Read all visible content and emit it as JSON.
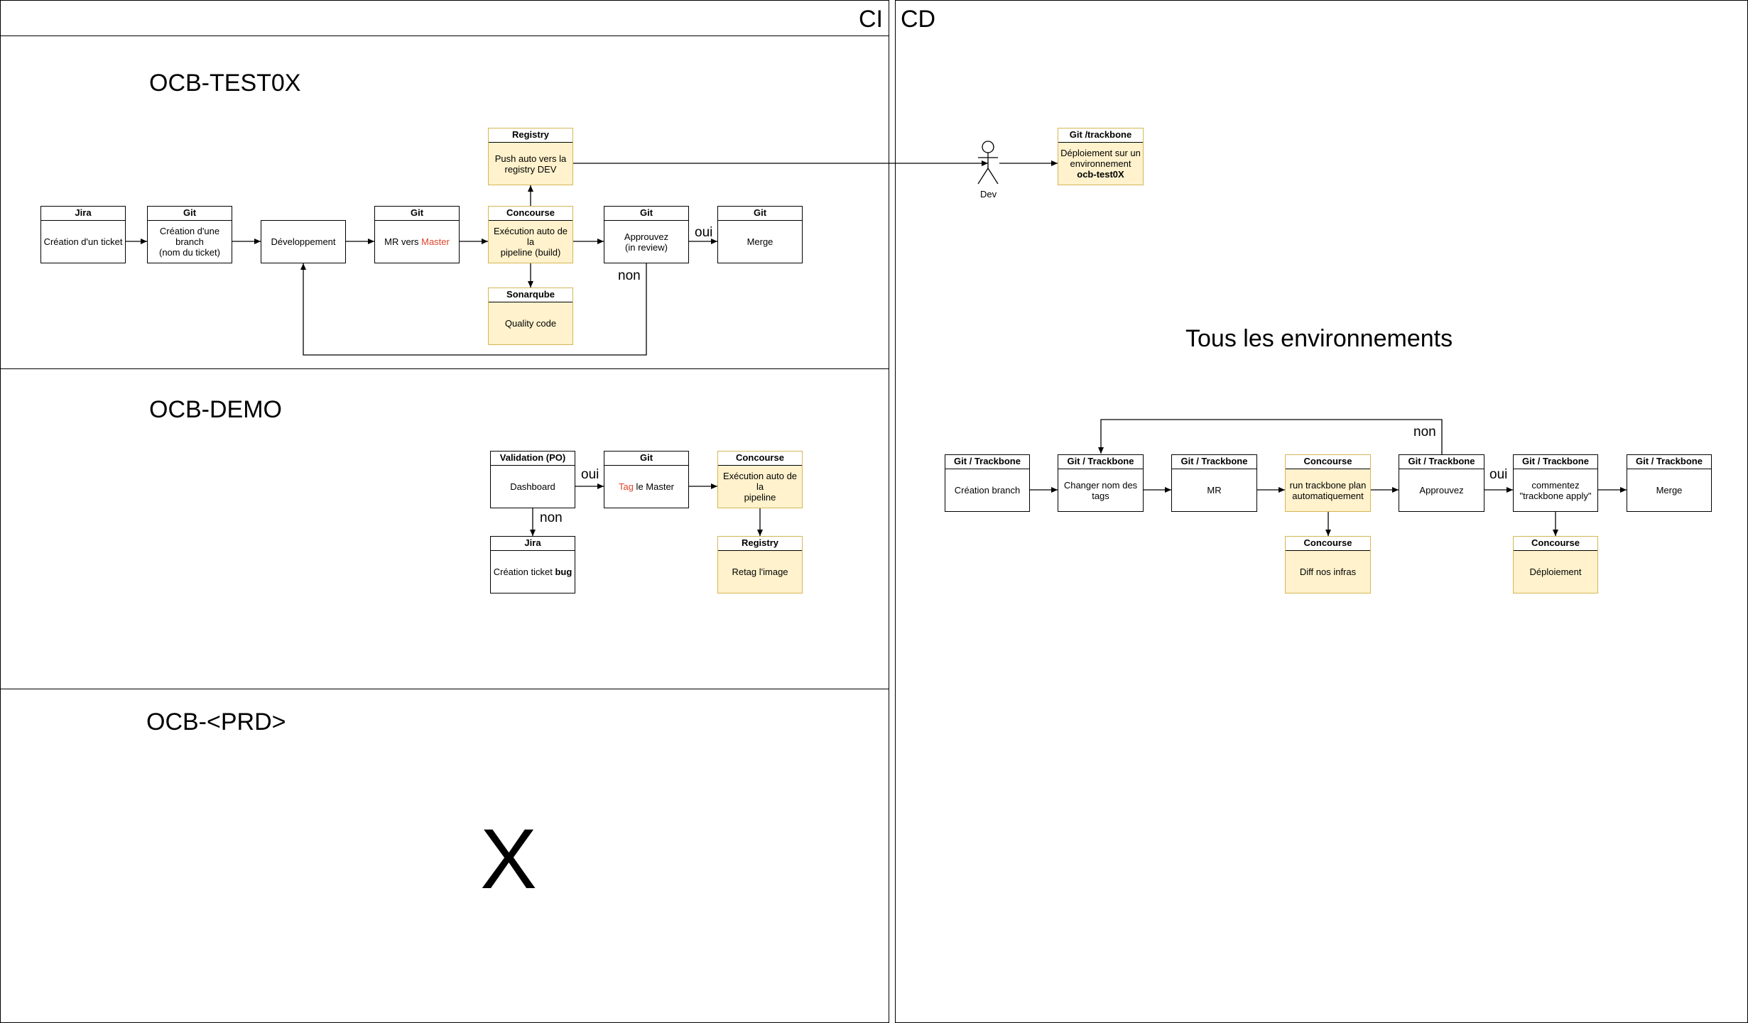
{
  "panels": {
    "ci": {
      "title": "CI"
    },
    "cd": {
      "title": "CD"
    }
  },
  "sections": {
    "test": {
      "title": "OCB-TEST0X"
    },
    "demo": {
      "title": "OCB-DEMO"
    },
    "prd": {
      "title": "OCB-<PRD>",
      "placeholder": "X"
    }
  },
  "test_flow": {
    "jira": {
      "head": "Jira",
      "body": "Création d'un ticket"
    },
    "git_branch": {
      "head": "Git",
      "body_line1": "Création d'une branch",
      "body_line2": "(nom du ticket)"
    },
    "dev": {
      "body": "Développement"
    },
    "git_mr": {
      "head": "Git",
      "body_prefix": "MR vers ",
      "body_highlight": "Master"
    },
    "registry": {
      "head": "Registry",
      "body_line1": "Push auto vers la",
      "body_line2": "registry DEV"
    },
    "concourse": {
      "head": "Concourse",
      "body_line1": "Exécution auto de la",
      "body_line2": "pipeline (build)"
    },
    "sonarqube": {
      "head": "Sonarqube",
      "body": "Quality code"
    },
    "git_approve": {
      "head": "Git",
      "body_line1": "Approuvez",
      "body_line2": "(in review)"
    },
    "git_merge": {
      "head": "Git",
      "body": "Merge"
    },
    "label_yes": "oui",
    "label_no": "non"
  },
  "demo_flow": {
    "validation": {
      "head": "Validation (PO)",
      "body": "Dashboard"
    },
    "git_tag": {
      "head": "Git",
      "body_highlight": "Tag",
      "body_suffix": " le Master"
    },
    "concourse": {
      "head": "Concourse",
      "body_line1": "Exécution auto de la",
      "body_line2": "pipeline"
    },
    "jira": {
      "head": "Jira",
      "body_prefix": "Création ticket ",
      "body_bold": "bug"
    },
    "registry": {
      "head": "Registry",
      "body": "Retag l'image"
    },
    "label_yes": "oui",
    "label_no": "non"
  },
  "cd_top": {
    "actor": {
      "label": "Dev"
    },
    "git_trackbone": {
      "head": "Git /trackbone",
      "body_line1": "Déploiement sur un",
      "body_line2": "environnement",
      "body_bold": "ocb-test0X"
    }
  },
  "cd_env": {
    "title": "Tous les environnements",
    "create_branch": {
      "head": "Git / Trackbone",
      "body": "Création branch"
    },
    "rename_tags": {
      "head": "Git / Trackbone",
      "body_line1": "Changer nom des",
      "body_line2": "tags"
    },
    "mr": {
      "head": "Git / Trackbone",
      "body": "MR"
    },
    "plan": {
      "head": "Concourse",
      "body_line1": "run trackbone plan",
      "body_line2": "automatiquement"
    },
    "approve": {
      "head": "Git / Trackbone",
      "body": "Approuvez"
    },
    "apply": {
      "head": "Git / Trackbone",
      "body_line1": "commentez",
      "body_line2": "\"trackbone apply\""
    },
    "merge": {
      "head": "Git / Trackbone",
      "body": "Merge"
    },
    "diff": {
      "head": "Concourse",
      "body": "Diff nos infras"
    },
    "deploy": {
      "head": "Concourse",
      "body": "Déploiement"
    },
    "label_yes": "oui",
    "label_no": "non"
  },
  "colors": {
    "highlight": "#e0442a",
    "yellow_fill": "#fff2cc",
    "yellow_border": "#d6b656"
  }
}
